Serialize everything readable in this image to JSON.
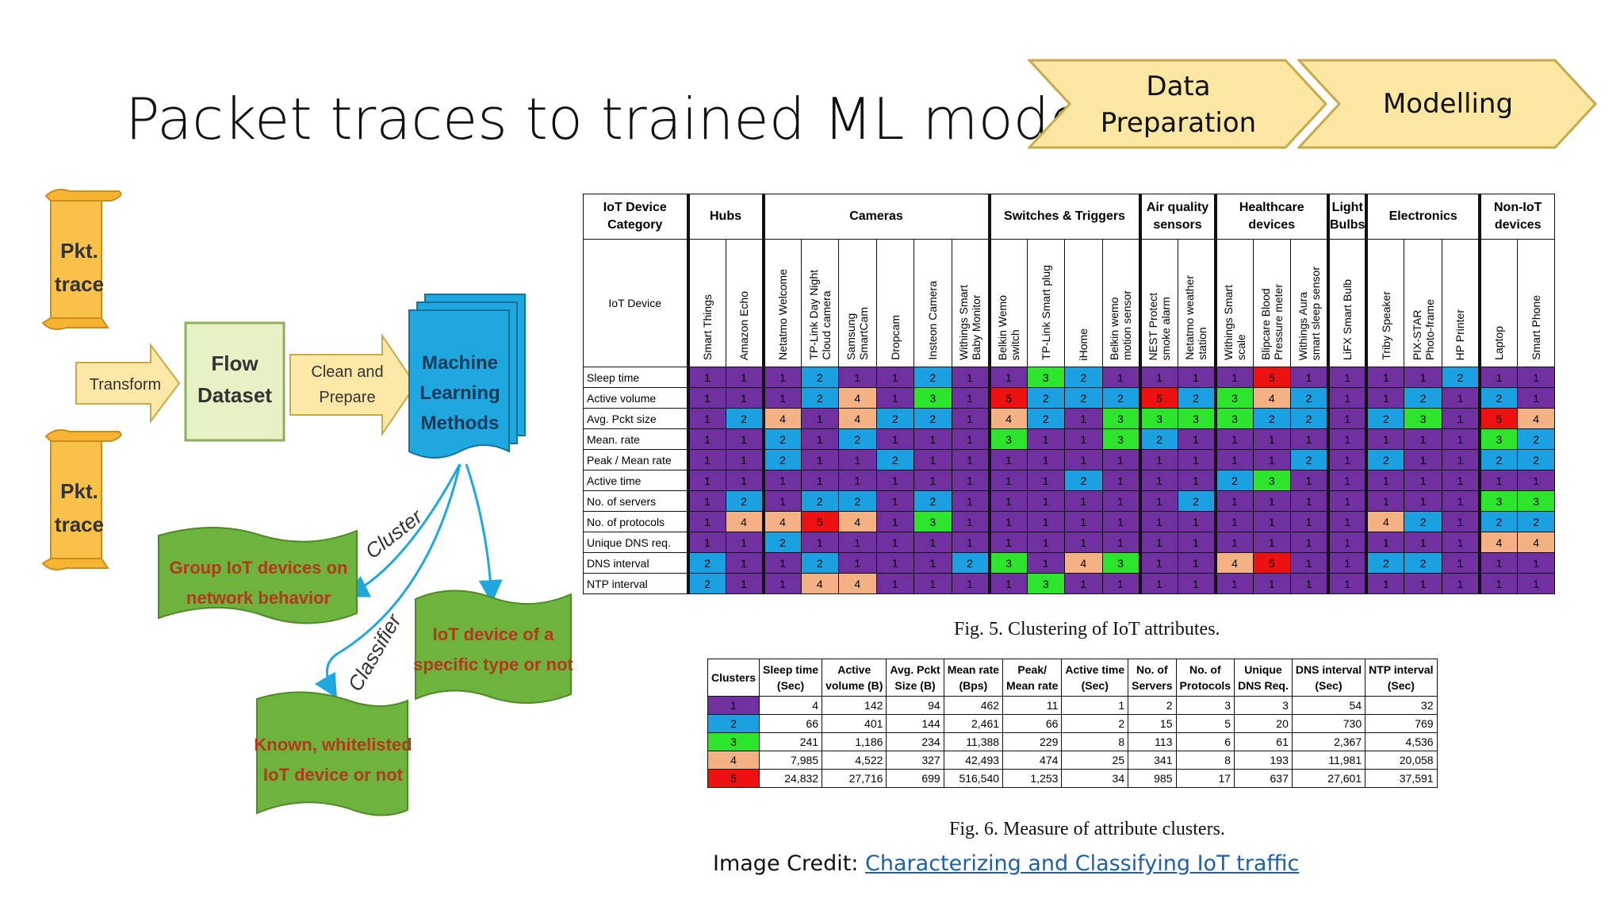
{
  "title": "Packet traces to trained ML models",
  "chevrons": [
    {
      "line1": "Data",
      "line2": "Preparation",
      "fill": "#fbe6a2"
    },
    {
      "line1": "Modelling",
      "line2": "",
      "fill": "#fbe6a2"
    }
  ],
  "flowchart": {
    "trace1": {
      "line1": "Pkt.",
      "line2": "trace"
    },
    "trace2": {
      "line1": "Pkt.",
      "line2": "trace"
    },
    "transform": "Transform",
    "flow_dataset": {
      "line1": "Flow",
      "line2": "Dataset"
    },
    "clean": {
      "line1": "Clean and",
      "line2": "Prepare"
    },
    "ml": {
      "line1": "Machine",
      "line2": "Learning",
      "line3": "Methods"
    },
    "cluster_label": "Cluster",
    "classifier_label": "Classifier",
    "group": {
      "line1": "Group IoT devices on",
      "line2": "network behavior"
    },
    "specific": {
      "line1": "IoT device of a",
      "line2": "specific type or not"
    },
    "whitelist": {
      "line1": "Known, whitelisted",
      "line2": "IoT device or not"
    },
    "colors": {
      "trace": "#f8c24a",
      "flow": "#e6f2c5",
      "ml": "#1fa7e0",
      "green": "#6fb33f",
      "greenText": "#b23a1a",
      "arrowYellow": "#fbe8a6",
      "arrowBlue": "#1fa7e0"
    }
  },
  "cluster_colors": {
    "1": "#7030a0",
    "2": "#1ba1e2",
    "3": "#2ee52e",
    "4": "#f4b183",
    "5": "#ee1111"
  },
  "fig5": {
    "caption": "Fig. 5.   Clustering of IoT attributes.",
    "corner_category": "IoT Device\nCategory",
    "corner_device": "IoT Device",
    "categories": [
      {
        "name": "Hubs",
        "span": 2
      },
      {
        "name": "Cameras",
        "span": 6
      },
      {
        "name": "Switches & Triggers",
        "span": 4
      },
      {
        "name": "Air quality\nsensors",
        "span": 2
      },
      {
        "name": "Healthcare\ndevices",
        "span": 3
      },
      {
        "name": "Light\nBulbs",
        "span": 1
      },
      {
        "name": "Electronics",
        "span": 3
      },
      {
        "name": "Non-IoT\ndevices",
        "span": 2
      }
    ],
    "devices": [
      "Smart Things",
      "Amazon Echo",
      "Netatmo Welcome",
      "TP-Link Day Night\nCloud camera",
      "Samsung\nSmartCam",
      "Dropcam",
      "Insteon Camera",
      "Withings Smart\nBaby Monitor",
      "Belkin Wemo\nswitch",
      "TP-Link Smart plug",
      "iHome",
      "Belkin wemo\nmotion sensor",
      "NEST Protect\nsmoke alarm",
      "Netatmo weather\nstation",
      "Withings Smart\nscale",
      "Blipcare Blood\nPressure meter",
      "Withings Aura\nsmart sleep sensor",
      "LiFX Smart Bulb",
      "Triby Speaker",
      "PIX-STAR\nPhoto-frame",
      "HP Printer",
      "Laptop",
      "Smart Phone"
    ],
    "rows": [
      {
        "label": "Sleep time",
        "values": [
          1,
          1,
          1,
          2,
          1,
          1,
          2,
          1,
          1,
          3,
          2,
          1,
          1,
          1,
          1,
          5,
          1,
          1,
          1,
          1,
          2,
          1,
          1
        ]
      },
      {
        "label": "Active volume",
        "values": [
          1,
          1,
          1,
          2,
          4,
          1,
          3,
          1,
          5,
          2,
          2,
          2,
          5,
          2,
          3,
          4,
          2,
          1,
          1,
          2,
          1,
          2,
          1
        ]
      },
      {
        "label": "Avg. Pckt size",
        "values": [
          1,
          2,
          4,
          1,
          4,
          2,
          2,
          1,
          4,
          2,
          1,
          3,
          3,
          3,
          3,
          2,
          2,
          1,
          2,
          3,
          1,
          5,
          4
        ]
      },
      {
        "label": "Mean. rate",
        "values": [
          1,
          1,
          2,
          1,
          2,
          1,
          1,
          1,
          3,
          1,
          1,
          3,
          2,
          1,
          1,
          1,
          1,
          1,
          1,
          1,
          1,
          3,
          2
        ]
      },
      {
        "label": "Peak / Mean rate",
        "values": [
          1,
          1,
          2,
          1,
          1,
          2,
          1,
          1,
          1,
          1,
          1,
          1,
          1,
          1,
          1,
          1,
          2,
          1,
          2,
          1,
          1,
          2,
          2
        ]
      },
      {
        "label": "Active time",
        "values": [
          1,
          1,
          1,
          1,
          1,
          1,
          1,
          1,
          1,
          1,
          2,
          1,
          1,
          1,
          2,
          3,
          1,
          1,
          1,
          1,
          1,
          1,
          1
        ]
      },
      {
        "label": "No. of servers",
        "values": [
          1,
          2,
          1,
          2,
          2,
          1,
          2,
          1,
          1,
          1,
          1,
          1,
          1,
          2,
          1,
          1,
          1,
          1,
          1,
          1,
          1,
          3,
          3
        ]
      },
      {
        "label": "No. of protocols",
        "values": [
          1,
          4,
          4,
          5,
          4,
          1,
          3,
          1,
          1,
          1,
          1,
          1,
          1,
          1,
          1,
          1,
          1,
          1,
          4,
          2,
          1,
          2,
          2
        ]
      },
      {
        "label": "Unique DNS req.",
        "values": [
          1,
          1,
          2,
          1,
          1,
          1,
          1,
          1,
          1,
          1,
          1,
          1,
          1,
          1,
          1,
          1,
          1,
          1,
          1,
          1,
          1,
          4,
          4
        ]
      },
      {
        "label": "DNS interval",
        "values": [
          2,
          1,
          1,
          2,
          1,
          1,
          1,
          2,
          3,
          1,
          4,
          3,
          1,
          1,
          4,
          5,
          1,
          1,
          2,
          2,
          1,
          1,
          1
        ]
      },
      {
        "label": "NTP  interval",
        "values": [
          2,
          1,
          1,
          4,
          4,
          1,
          1,
          1,
          1,
          3,
          1,
          1,
          1,
          1,
          1,
          1,
          1,
          1,
          1,
          1,
          1,
          1,
          1
        ]
      }
    ]
  },
  "fig6": {
    "caption": "Fig. 6.   Measure of attribute clusters.",
    "headers": [
      "Clusters",
      "Sleep time\n(Sec)",
      "Active\nvolume (B)",
      "Avg. Pckt\nSize (B)",
      "Mean rate\n(Bps)",
      "Peak/\nMean rate",
      "Active time\n(Sec)",
      "No. of\nServers",
      "No. of\nProtocols",
      "Unique\nDNS Req.",
      "DNS interval\n(Sec)",
      "NTP  interval\n(Sec)"
    ],
    "rows": [
      {
        "cluster": "1",
        "values": [
          "4",
          "142",
          "94",
          "462",
          "11",
          "1",
          "2",
          "3",
          "3",
          "54",
          "32"
        ]
      },
      {
        "cluster": "2",
        "values": [
          "66",
          "401",
          "144",
          "2,461",
          "66",
          "2",
          "15",
          "5",
          "20",
          "730",
          "769"
        ]
      },
      {
        "cluster": "3",
        "values": [
          "241",
          "1,186",
          "234",
          "11,388",
          "229",
          "8",
          "113",
          "6",
          "61",
          "2,367",
          "4,536"
        ]
      },
      {
        "cluster": "4",
        "values": [
          "7,985",
          "4,522",
          "327",
          "42,493",
          "474",
          "25",
          "341",
          "8",
          "193",
          "11,981",
          "20,058"
        ]
      },
      {
        "cluster": "5",
        "values": [
          "24,832",
          "27,716",
          "699",
          "516,540",
          "1,253",
          "34",
          "985",
          "17",
          "637",
          "27,601",
          "37,591"
        ]
      }
    ]
  },
  "credit": {
    "prefix": "Image Credit: ",
    "link": "Characterizing and Classifying IoT traffic"
  }
}
